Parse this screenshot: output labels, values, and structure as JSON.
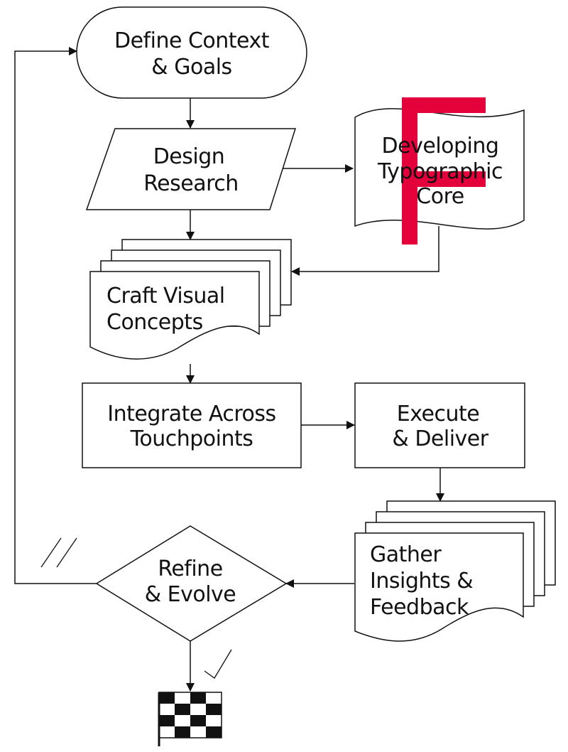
{
  "colors": {
    "ink": "#111111",
    "accent": "#e4003a",
    "background": "#ffffff"
  },
  "nodes": {
    "define": {
      "line1": "Define Context",
      "line2": "& Goals"
    },
    "research": {
      "line1": "Design",
      "line2": "Research"
    },
    "typographic": {
      "line1": "Developing",
      "line2": "Typographic",
      "line3": "Core"
    },
    "craft": {
      "line1": "Craft Visual",
      "line2": "Concepts"
    },
    "integrate": {
      "line1": "Integrate Across",
      "line2": "Touchpoints"
    },
    "execute": {
      "line1": "Execute",
      "line2": "& Deliver"
    },
    "gather": {
      "line1": "Gather",
      "line2": "Insights &",
      "line3": "Feedback"
    },
    "refine": {
      "line1": "Refine",
      "line2": "& Evolve"
    }
  },
  "icons": {
    "brand_mark": "letter-f-logo",
    "finish": "checkered-flag-icon",
    "approve": "check-mark-icon",
    "loop_marker": "double-slash-mark"
  }
}
